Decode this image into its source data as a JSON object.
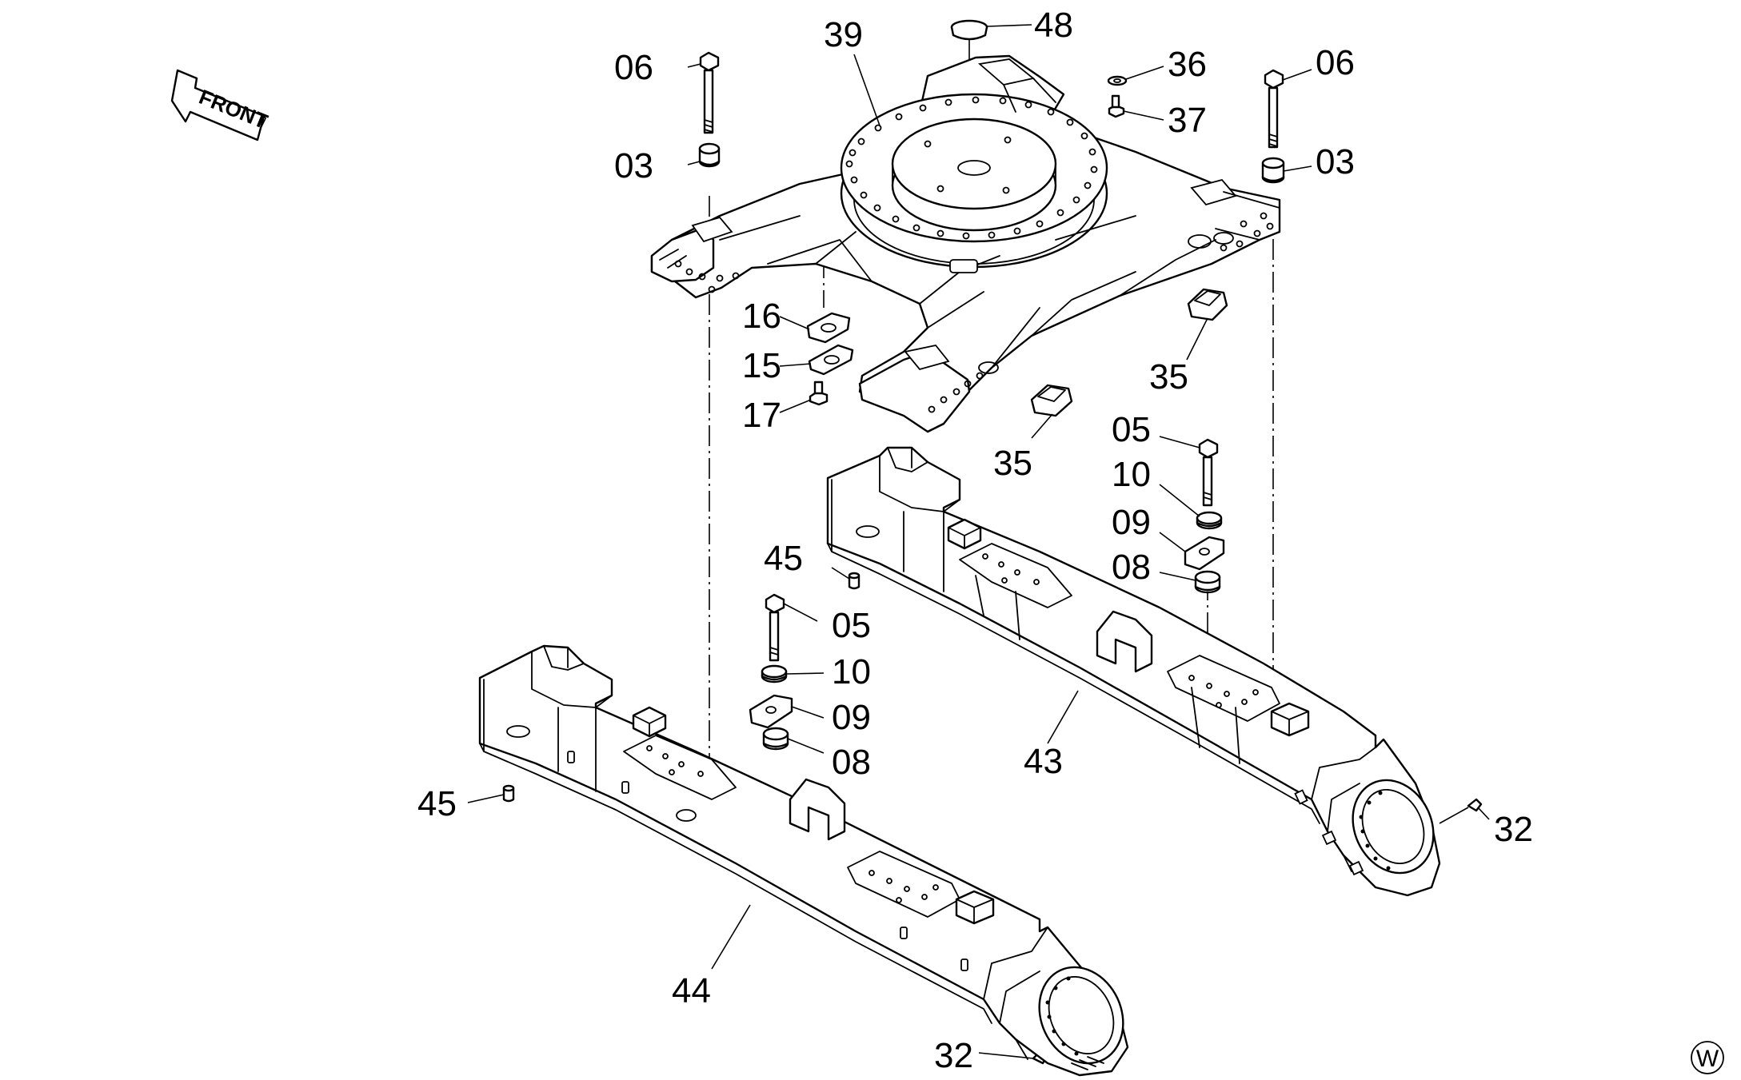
{
  "front_arrow": {
    "label": "FRONT"
  },
  "sheet_mark": {
    "label": "W"
  },
  "callouts": [
    {
      "id": "c48",
      "number": "48"
    },
    {
      "id": "c39",
      "number": "39"
    },
    {
      "id": "c06_left",
      "number": "06"
    },
    {
      "id": "c06_right",
      "number": "06"
    },
    {
      "id": "c36",
      "number": "36"
    },
    {
      "id": "c37",
      "number": "37"
    },
    {
      "id": "c03_left",
      "number": "03"
    },
    {
      "id": "c03_right",
      "number": "03"
    },
    {
      "id": "c16",
      "number": "16"
    },
    {
      "id": "c15",
      "number": "15"
    },
    {
      "id": "c17",
      "number": "17"
    },
    {
      "id": "c35_right",
      "number": "35"
    },
    {
      "id": "c35_center",
      "number": "35"
    },
    {
      "id": "c05_right",
      "number": "05"
    },
    {
      "id": "c10_right",
      "number": "10"
    },
    {
      "id": "c09_right",
      "number": "09"
    },
    {
      "id": "c08_right",
      "number": "08"
    },
    {
      "id": "c45_top",
      "number": "45"
    },
    {
      "id": "c05_left",
      "number": "05"
    },
    {
      "id": "c10_left",
      "number": "10"
    },
    {
      "id": "c09_left",
      "number": "09"
    },
    {
      "id": "c08_left",
      "number": "08"
    },
    {
      "id": "c43",
      "number": "43"
    },
    {
      "id": "c45_left",
      "number": "45"
    },
    {
      "id": "c32_right",
      "number": "32"
    },
    {
      "id": "c44",
      "number": "44"
    },
    {
      "id": "c32_bottom",
      "number": "32"
    }
  ]
}
